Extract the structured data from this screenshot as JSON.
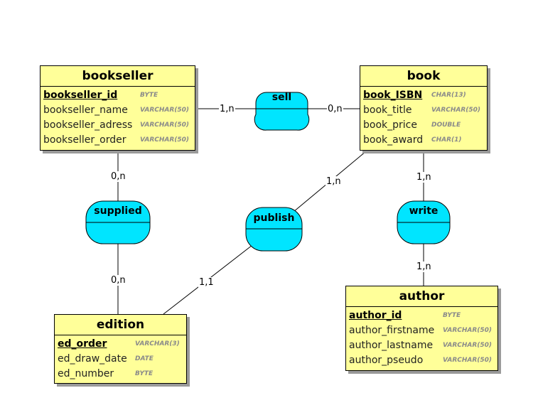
{
  "entities": {
    "bookseller": {
      "title": "bookseller",
      "attributes": [
        {
          "name": "bookseller_id",
          "type": "BYTE",
          "key": true
        },
        {
          "name": "bookseller_name",
          "type": "VARCHAR(50)",
          "key": false
        },
        {
          "name": "bookseller_adress",
          "type": "VARCHAR(50)",
          "key": false
        },
        {
          "name": "bookseller_order",
          "type": "VARCHAR(50)",
          "key": false
        }
      ]
    },
    "book": {
      "title": "book",
      "attributes": [
        {
          "name": "book_ISBN",
          "type": "CHAR(13)",
          "key": true
        },
        {
          "name": "book_title",
          "type": "VARCHAR(50)",
          "key": false
        },
        {
          "name": "book_price",
          "type": "DOUBLE",
          "key": false
        },
        {
          "name": "book_award",
          "type": "CHAR(1)",
          "key": false
        }
      ]
    },
    "edition": {
      "title": "edition",
      "attributes": [
        {
          "name": "ed_order",
          "type": "VARCHAR(3)",
          "key": true
        },
        {
          "name": "ed_draw_date",
          "type": "DATE",
          "key": false
        },
        {
          "name": "ed_number",
          "type": "BYTE",
          "key": false
        }
      ]
    },
    "author": {
      "title": "author",
      "attributes": [
        {
          "name": "author_id",
          "type": "BYTE",
          "key": true
        },
        {
          "name": "author_firstname",
          "type": "VARCHAR(50)",
          "key": false
        },
        {
          "name": "author_lastname",
          "type": "VARCHAR(50)",
          "key": false
        },
        {
          "name": "author_pseudo",
          "type": "VARCHAR(50)",
          "key": false
        }
      ]
    }
  },
  "relationships": {
    "sell": "sell",
    "supplied": "supplied",
    "publish": "publish",
    "write": "write"
  },
  "cardinalities": {
    "sell_bookseller": "1,n",
    "sell_book": "0,n",
    "supplied_bookseller": "0,n",
    "supplied_edition": "0,n",
    "publish_book": "1,n",
    "publish_edition": "1,1",
    "write_book": "1,n",
    "write_author": "1,n"
  },
  "colors": {
    "entity_fill": "#ffff99",
    "relationship_fill": "#00e5ff",
    "shadow": "#9a9a9a"
  }
}
